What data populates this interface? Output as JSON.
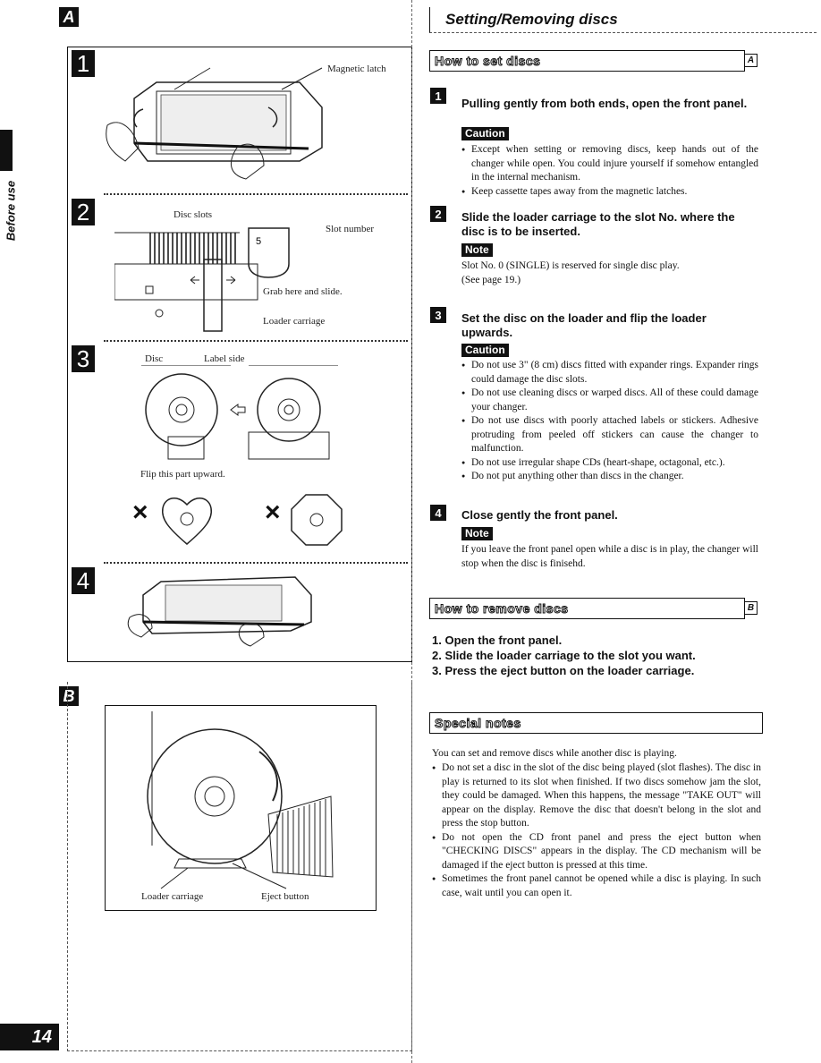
{
  "side_tab": {
    "label": "Before use"
  },
  "page_number": "14",
  "left": {
    "section_a": {
      "letter": "A"
    },
    "step1": {
      "num": "1",
      "magnetic_latch": "Magnetic latch"
    },
    "step2": {
      "num": "2",
      "disc_slots": "Disc slots",
      "slot_number": "Slot number",
      "grab": "Grab here and slide.",
      "loader": "Loader carriage"
    },
    "step3": {
      "num": "3",
      "disc": "Disc",
      "label_side": "Label side",
      "flip": "Flip this part upward.",
      "cross": "×"
    },
    "step4": {
      "num": "4"
    },
    "section_b": {
      "letter": "B",
      "loader": "Loader carriage",
      "eject": "Eject button"
    }
  },
  "right": {
    "title": "Setting/Removing discs",
    "how_to_set": {
      "heading": "How to set discs",
      "letter": "A"
    },
    "steps": [
      {
        "num": "1",
        "title": "Pulling gently from both ends, open the front panel.",
        "tag": "Caution",
        "bullets": [
          "Except when setting or removing discs, keep hands out of the changer while open. You could injure yourself if somehow entangled in the internal mechanism.",
          "Keep cassette tapes away from the magnetic latches."
        ]
      },
      {
        "num": "2",
        "title": "Slide the loader carriage to the slot No. where the disc is to be inserted.",
        "tag": "Note",
        "text": [
          "Slot No. 0 (SINGLE) is reserved for single disc play.",
          "(See page 19.)"
        ]
      },
      {
        "num": "3",
        "title": "Set the disc on the loader and flip the loader upwards.",
        "tag": "Caution",
        "bullets": [
          "Do not use 3\" (8 cm) discs fitted with expander rings. Expander rings could damage the disc slots.",
          "Do not use cleaning discs or warped discs. All of these could damage your changer.",
          "Do not use discs with poorly attached labels or stickers. Adhesive protruding from peeled off stickers can cause the changer to malfunction.",
          "Do not use irregular shape CDs (heart-shape, octagonal, etc.).",
          "Do not put anything other than discs in the changer."
        ]
      },
      {
        "num": "4",
        "title": "Close gently the front panel.",
        "tag": "Note",
        "text": [
          "If you leave the front panel open while a disc is in play, the changer will stop when the disc is finisehd."
        ]
      }
    ],
    "how_to_remove": {
      "heading": "How to remove discs",
      "letter": "B",
      "items": [
        "1.  Open the front panel.",
        "2.  Slide the loader carriage to the slot you want.",
        "3.  Press the eject button on the loader carriage."
      ]
    },
    "special_notes": {
      "heading": "Special notes",
      "intro": "You can set and remove discs while another disc is playing.",
      "bullets": [
        "Do not set a disc in the slot of the disc being played (slot flashes). The disc in play is returned to its slot when finished. If two discs somehow jam the slot, they could be damaged. When this happens, the message \"TAKE OUT\" will appear on the display. Remove the disc that doesn't belong in the slot and press the stop button.",
        "Do not open the CD front panel and press the eject button when \"CHECKING DISCS\" appears in the display. The CD mechanism will be damaged if the eject button is pressed at this time.",
        "Sometimes the front panel cannot be opened while a disc is playing. In such case, wait until you can open it."
      ]
    }
  }
}
